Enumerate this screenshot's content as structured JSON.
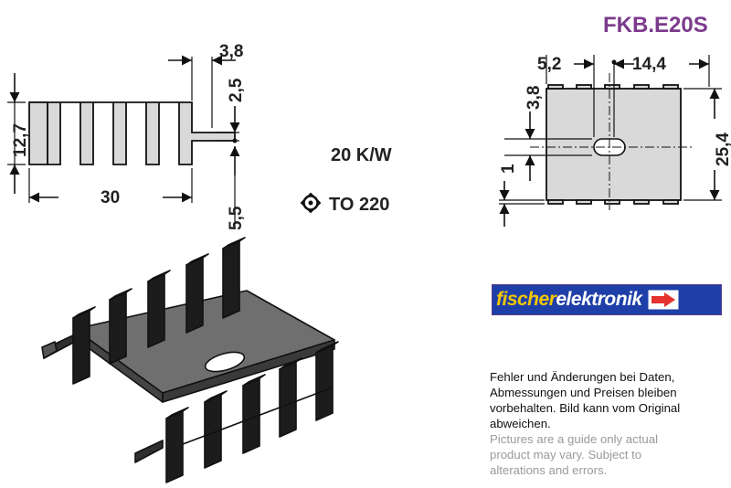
{
  "header": {
    "product_code": "FKB.E20S"
  },
  "front_view": {
    "dims": {
      "height": "12,7",
      "width": "30",
      "tab": "3,8",
      "fin_offset": "2,5",
      "bottom": "5,5"
    }
  },
  "specs": {
    "thermal_resistance": "20 K/W",
    "package": "TO 220"
  },
  "side_view": {
    "dims": {
      "left": "5,2",
      "right": "14,4",
      "slot": "3,8",
      "height": "25,4",
      "gap": "1"
    }
  },
  "logo": {
    "word1": "fischer",
    "word2": "elektronik"
  },
  "disclaimer": {
    "de": [
      "Fehler und Änderungen bei Daten,",
      "Abmessungen und Preisen bleiben",
      "vorbehalten. Bild kann vom Original",
      "abweichen."
    ],
    "en": [
      "Pictures are a guide only actual",
      "product may vary. Subject to",
      "alterations and errors."
    ]
  },
  "colors": {
    "brand_purple": "#7b3a8c",
    "logo_blue": "#1f3fa8",
    "logo_yellow": "#f3c600",
    "logo_red": "#e5322d"
  }
}
